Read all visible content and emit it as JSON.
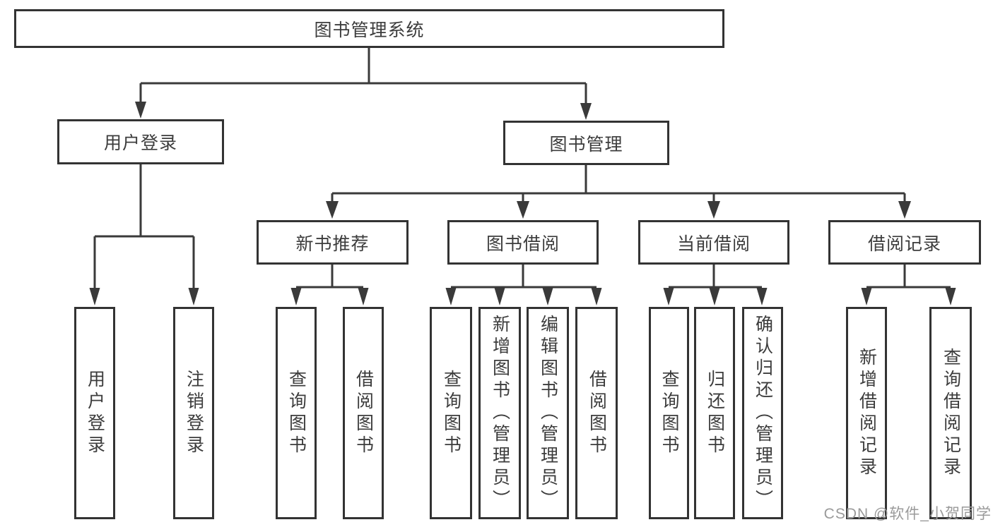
{
  "nodes": {
    "root": {
      "label": "图书管理系统"
    },
    "user_login": {
      "label": "用户登录",
      "children": [
        {
          "label": "用户登录"
        },
        {
          "label": "注销登录"
        }
      ]
    },
    "book_management": {
      "label": "图书管理",
      "sections": [
        {
          "label": "新书推荐",
          "children": [
            {
              "label": "查询图书"
            },
            {
              "label": "借阅图书"
            }
          ]
        },
        {
          "label": "图书借阅",
          "children": [
            {
              "label": "查询图书"
            },
            {
              "label": "新增图书（管理员）"
            },
            {
              "label": "编辑图书（管理员）"
            },
            {
              "label": "借阅图书"
            }
          ]
        },
        {
          "label": "当前借阅",
          "children": [
            {
              "label": "查询图书"
            },
            {
              "label": "归还图书"
            },
            {
              "label": "确认归还（管理员）"
            }
          ]
        },
        {
          "label": "借阅记录",
          "children": [
            {
              "label": "新增借阅记录"
            },
            {
              "label": "查询借阅记录"
            }
          ]
        }
      ]
    }
  },
  "watermark": {
    "text": "CSDN @软件_小贺同学"
  },
  "colors": {
    "line": "#3a3a3a",
    "border": "#333333",
    "text": "#3c3c3c",
    "background": "#ffffff",
    "watermark": "#9a9a9a"
  }
}
